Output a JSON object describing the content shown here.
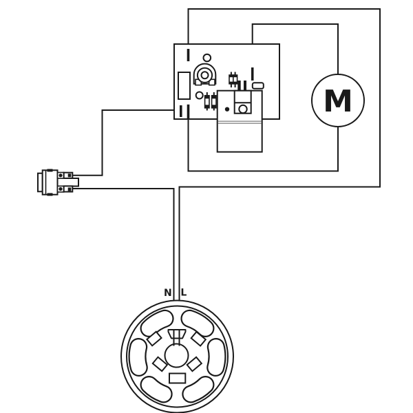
{
  "diagram": {
    "motor_label": "M",
    "wire_labels": {
      "neutral": "N",
      "live": "L"
    },
    "colors": {
      "line": "#1a1a1a",
      "divider": "#8a8a8a",
      "background": "#ffffff"
    }
  }
}
